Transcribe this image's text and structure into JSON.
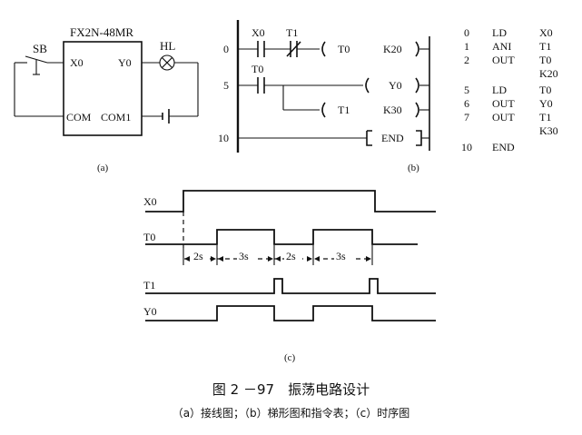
{
  "wiring": {
    "plc_model": "FX2N-48MR",
    "switch": "SB",
    "lamp": "HL",
    "input_terminal": "X0",
    "output_terminal": "Y0",
    "com": "COM",
    "com1": "COM1",
    "sublabel": "(a)"
  },
  "ladder": {
    "sublabel": "(b)",
    "rungs": [
      {
        "step": "0",
        "contacts": [
          "X0",
          "T1"
        ],
        "coil": "T0",
        "param": "K20"
      },
      {
        "step": "5",
        "contacts": [
          "T0"
        ],
        "coil": "Y0",
        "param": ""
      },
      {
        "step": "",
        "contacts": [],
        "coil": "T1",
        "param": "K30"
      },
      {
        "step": "10",
        "contacts": [],
        "coil": "END",
        "param": ""
      }
    ]
  },
  "instructions": [
    {
      "step": "0",
      "op": "LD",
      "arg": "X0"
    },
    {
      "step": "1",
      "op": "ANI",
      "arg": "T1"
    },
    {
      "step": "2",
      "op": "OUT",
      "arg": "T0"
    },
    {
      "step": "",
      "op": "",
      "arg": "K20"
    },
    {
      "step": "5",
      "op": "LD",
      "arg": "T0"
    },
    {
      "step": "6",
      "op": "OUT",
      "arg": "Y0"
    },
    {
      "step": "7",
      "op": "OUT",
      "arg": "T1"
    },
    {
      "step": "",
      "op": "",
      "arg": "K30"
    },
    {
      "step": "10",
      "op": "END",
      "arg": ""
    }
  ],
  "timing": {
    "sublabel": "(c)",
    "signals": [
      "X0",
      "T0",
      "T1",
      "Y0"
    ],
    "intervals": [
      "2s",
      "3s",
      "2s",
      "3s"
    ]
  },
  "caption": {
    "title": "图 2 －97　振荡电路设计",
    "subtitle": "（a）接线图；（b）梯形图和指令表；（c）时序图"
  }
}
